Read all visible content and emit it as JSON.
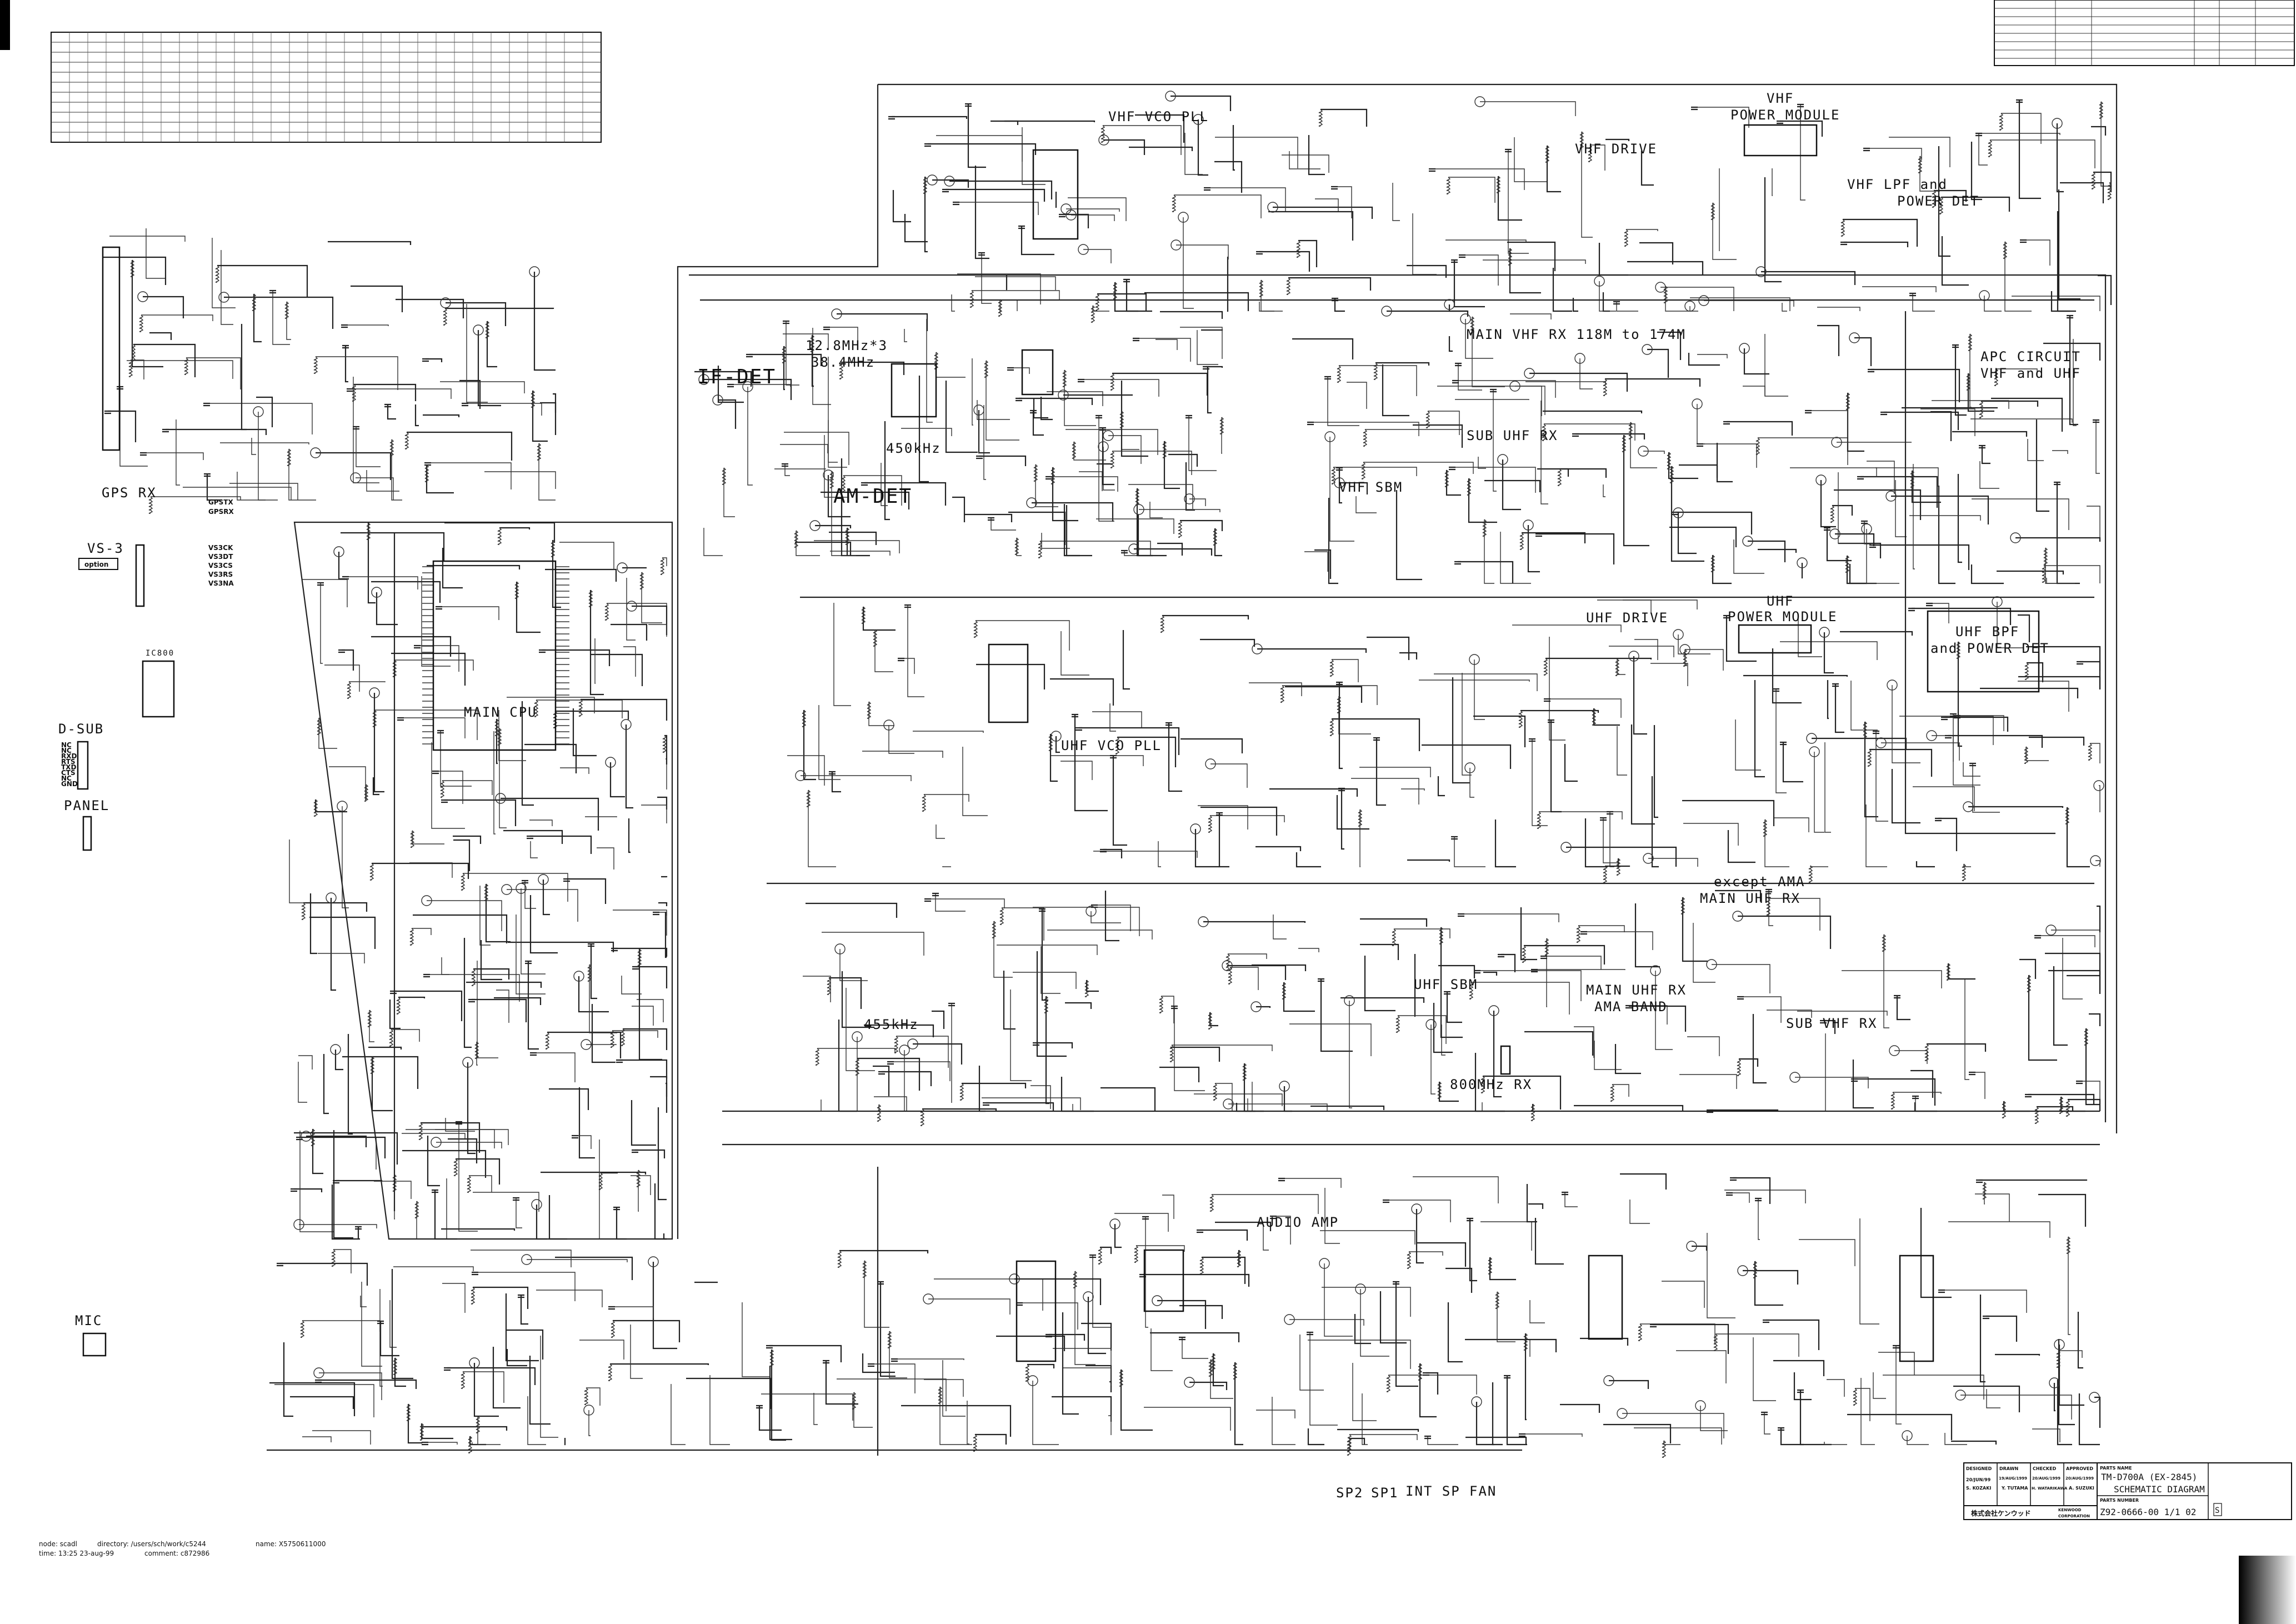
{
  "sections": {
    "vhf_vco_pll": "VHF VCO PLL",
    "vhf_drive": "VHF DRIVE",
    "vhf_power_module_1": "VHF",
    "vhf_power_module_2": "POWER MODULE",
    "vhf_lpf_1": "VHF LPF and",
    "vhf_lpf_2": "POWER DET",
    "if_det": "IF-DET",
    "xtal_1": "12.8MHz*3",
    "xtal_2": "38.4MHz",
    "khz450": "450kHz",
    "am_det": "AM-DET",
    "main_vhf_rx": "MAIN VHF RX 118M to 174M",
    "sub_uhf_rx": "SUB UHF RX",
    "vhf_sbm": "VHF SBM",
    "apc_1": "APC CIRCUIT",
    "apc_2": "VHF and UHF",
    "main_cpu": "MAIN CPU",
    "uhf_drive": "UHF DRIVE",
    "uhf_power_module_1": "UHF",
    "uhf_power_module_2": "POWER MODULE",
    "uhf_bpf_1": "UHF BPF",
    "uhf_bpf_2": "and POWER DET",
    "uhf_vco_pll": "UHF VCO PLL",
    "khz455": "455kHz",
    "except_ama": "except AMA",
    "main_uhf_rx": "MAIN UHF RX",
    "uhf_sbm": "UHF SBM",
    "main_uhf_ama_1": "MAIN UHF RX",
    "main_uhf_ama_2": "AMA BAND",
    "sub_vhf_rx": "SUB VHF RX",
    "rx_800": "800MHz RX",
    "audio_amp": "AUDIO AMP"
  },
  "connectors": {
    "gps_rx": "GPS RX",
    "gps_signals": [
      "GPSTX",
      "GPSRX"
    ],
    "vs3": "VS-3",
    "vs3_option": "option",
    "vs3_signals": [
      "VS3CK",
      "VS3DT",
      "VS3CS",
      "VS3RS",
      "VS3NA"
    ],
    "d_sub": "D-SUB",
    "d_sub_pins": [
      "NC",
      "NC",
      "RXD",
      "RTS",
      "TXD",
      "CTS",
      "NC",
      "GND"
    ],
    "ic800": "IC800",
    "panel": "PANEL",
    "mic": "MIC",
    "sp2": "SP2",
    "sp1": "SP1",
    "int_sp": "INT SP",
    "fan": "FAN"
  },
  "title_block": {
    "designed_label": "DESIGNED",
    "designed_date": "20/JUN/99",
    "designed_by": "S. KOZAKI",
    "drawn_label": "DRAWN",
    "drawn_date": "19/AUG/1999",
    "drawn_by": "Y. TUTAMA",
    "checked_label": "CHECKED",
    "checked_date": "20/AUG/1999",
    "checked_by": "H. WATARIKAWA",
    "approved_label": "APPROVED",
    "approved_date": "20/AUG/1999",
    "approved_by": "A. SUZUKI",
    "parts_name_label": "PARTS NAME",
    "parts_name_1": "TM-D700A (EX-2845)",
    "parts_name_2": "SCHEMATIC DIAGRAM",
    "parts_number_label": "PARTS NUMBER",
    "parts_number": "Z92-0666-00 1/1 02",
    "sheet_code": "S",
    "company_jp": "株式会社ケンウッド",
    "company_1": "KENWOOD",
    "company_2": "CORPORATION"
  },
  "footer": {
    "node": "node: scadl",
    "directory": "directory: /users/sch/work/c5244",
    "name": "name: X5750611000",
    "time": "time: 13:25 23-aug-99",
    "comment": "comment: c872986"
  }
}
